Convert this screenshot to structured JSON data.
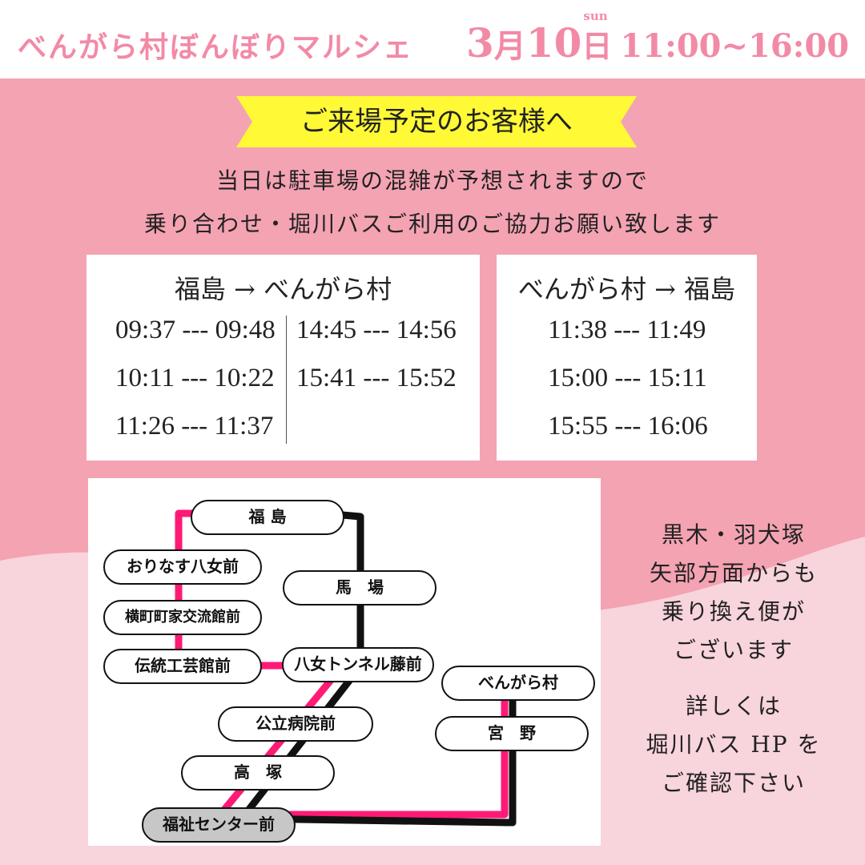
{
  "header": {
    "title": "べんがら村ぼんぼりマルシェ",
    "month": "3",
    "month_unit": "月",
    "day": "10",
    "day_unit": "日",
    "day_of_week": "sun",
    "time": "11:00~16:00"
  },
  "notice": {
    "banner": "ご来場予定のお客様へ",
    "line1": "当日は駐車場の混雑が予想されますので",
    "line2": "乗り合わせ・堀川バスご利用のご協力お願い致します"
  },
  "timetable_outbound": {
    "title": "福島 → べんがら村",
    "col1": [
      "09:37 --- 09:48",
      "10:11 --- 10:22",
      "11:26 --- 11:37"
    ],
    "col2": [
      "14:45 --- 14:56",
      "15:41 --- 15:52"
    ]
  },
  "timetable_return": {
    "title": "べんがら村 → 福島",
    "rows": [
      "11:38 --- 11:49",
      "15:00 --- 15:11",
      "15:55 --- 16:06"
    ]
  },
  "route_map": {
    "stops": {
      "fukushima": "福 島",
      "orinasu": "おりなす八女前",
      "yokomachi": "横町町家交流館前",
      "dento": "伝統工芸館前",
      "baba": "馬　場",
      "tunnel": "八女トンネル藤前",
      "koritsu": "公立病院前",
      "takatsuka": "高　塚",
      "fukushi": "福祉センター前",
      "bengara": "べんがら村",
      "miyano": "宮　野"
    },
    "line_colors": {
      "pink": "#ff1a75",
      "black": "#111111"
    }
  },
  "side_note": {
    "lines": [
      "黒木・羽犬塚",
      "矢部方面からも",
      "乗り換え便が",
      "ございます"
    ],
    "detail_lines": [
      "詳しくは",
      "堀川バス HP を",
      "ご確認下さい"
    ]
  },
  "colors": {
    "header_pink": "#f28aa6",
    "background_pink": "#f4a3b3",
    "wave_light_pink": "#f8d4dc",
    "banner_yellow": "#fff936"
  }
}
